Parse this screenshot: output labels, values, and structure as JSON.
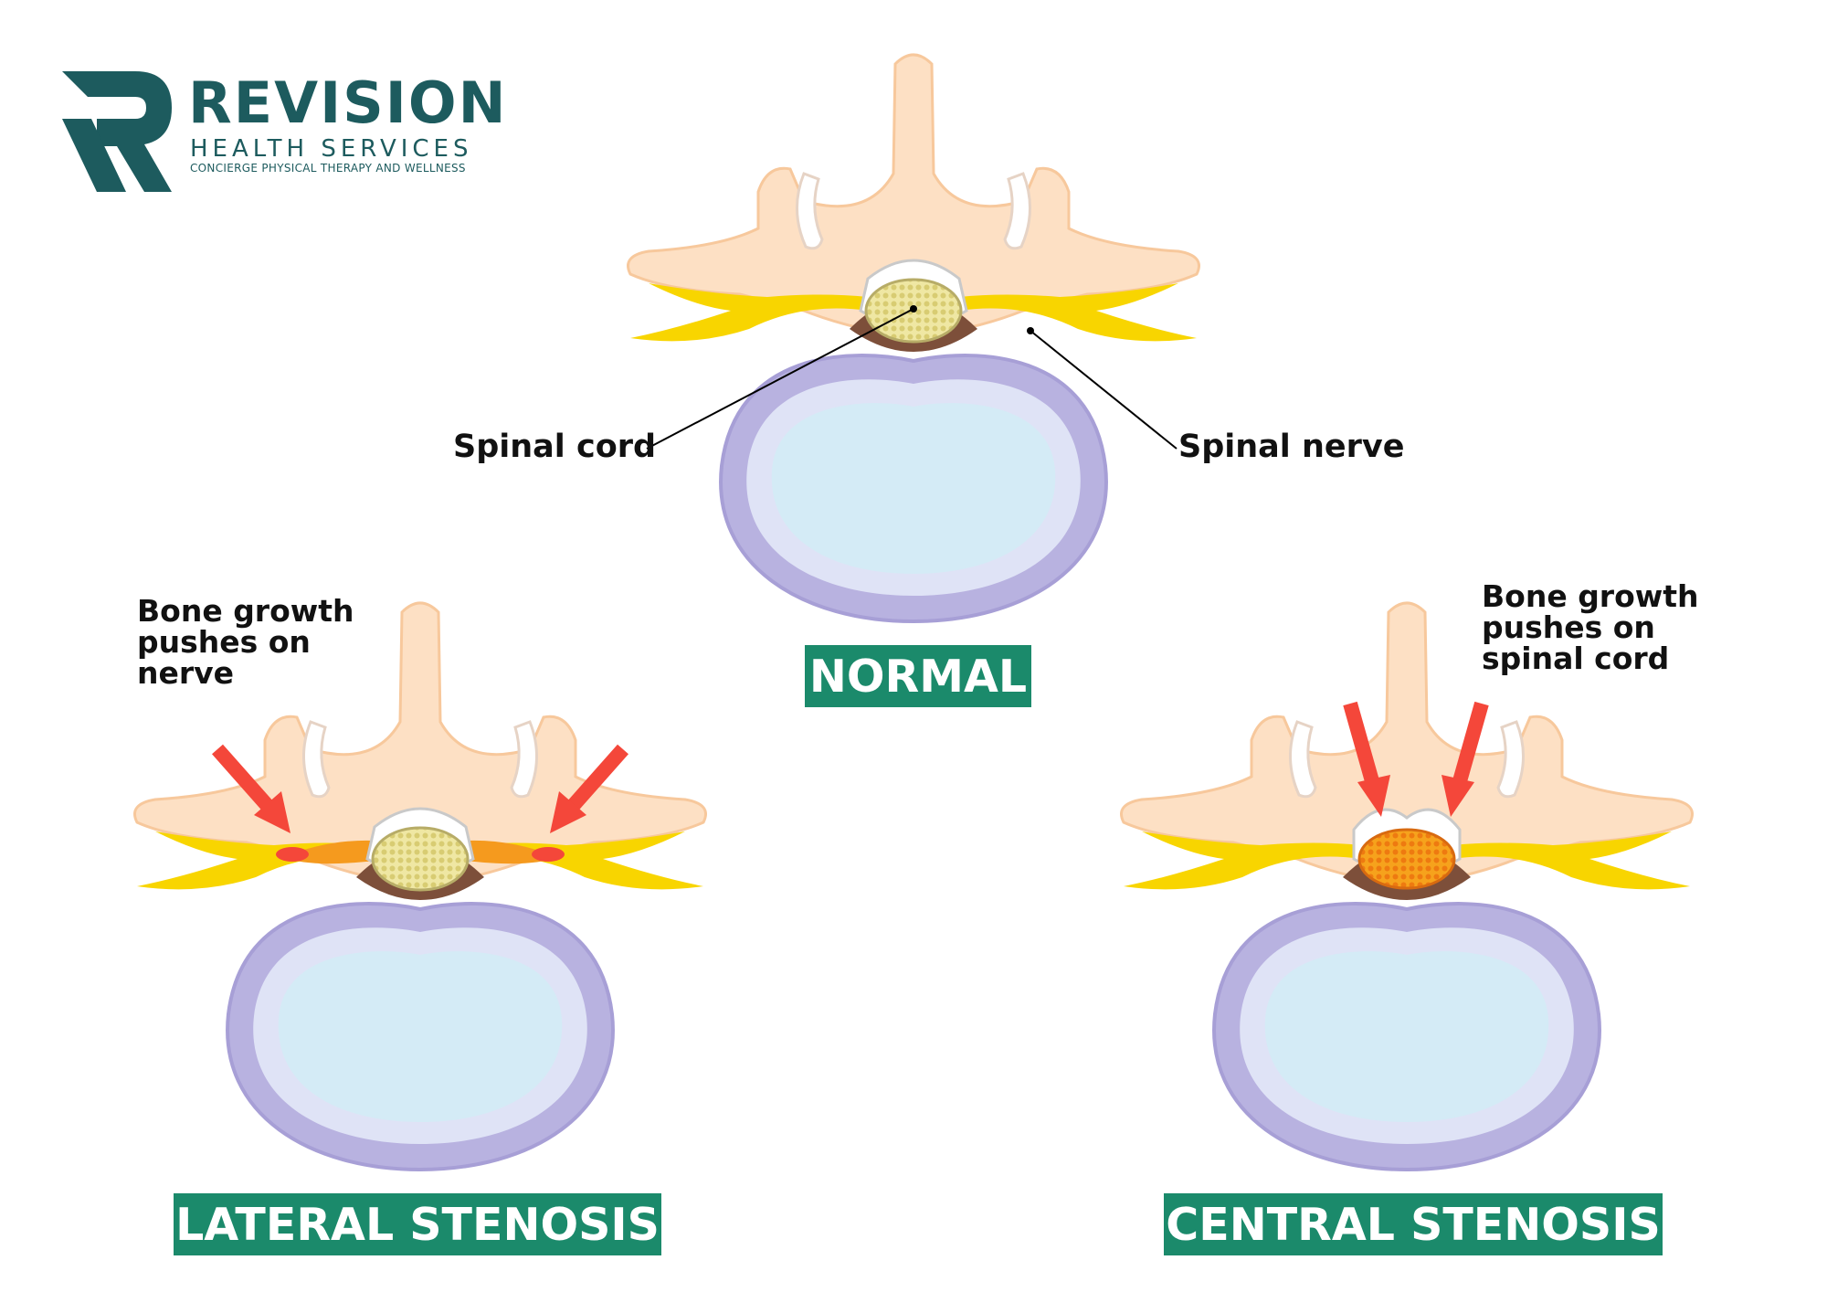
{
  "logo": {
    "name": "REVISION",
    "subtitle": "HEALTH SERVICES",
    "tagline": "CONCIERGE PHYSICAL THERAPY AND WELLNESS"
  },
  "labels": {
    "spinal_cord": "Spinal cord",
    "spinal_nerve": "Spinal nerve"
  },
  "notes": {
    "lateral": [
      "Bone growth",
      "pushes on",
      "nerve"
    ],
    "central": [
      "Bone growth",
      "pushes on",
      "spinal cord"
    ]
  },
  "captions": {
    "normal": "NORMAL",
    "lateral": "LATERAL STENOSIS",
    "central": "CENTRAL STENOSIS"
  },
  "colors": {
    "brand": "#1d5b5e",
    "caption_bg": "#1b8a6b",
    "arrow": "#f4473a",
    "bone": "#fde0c4",
    "nerve": "#f8d500",
    "disc_outer": "#b9b3df",
    "disc_inner": "#d6ecf5"
  }
}
